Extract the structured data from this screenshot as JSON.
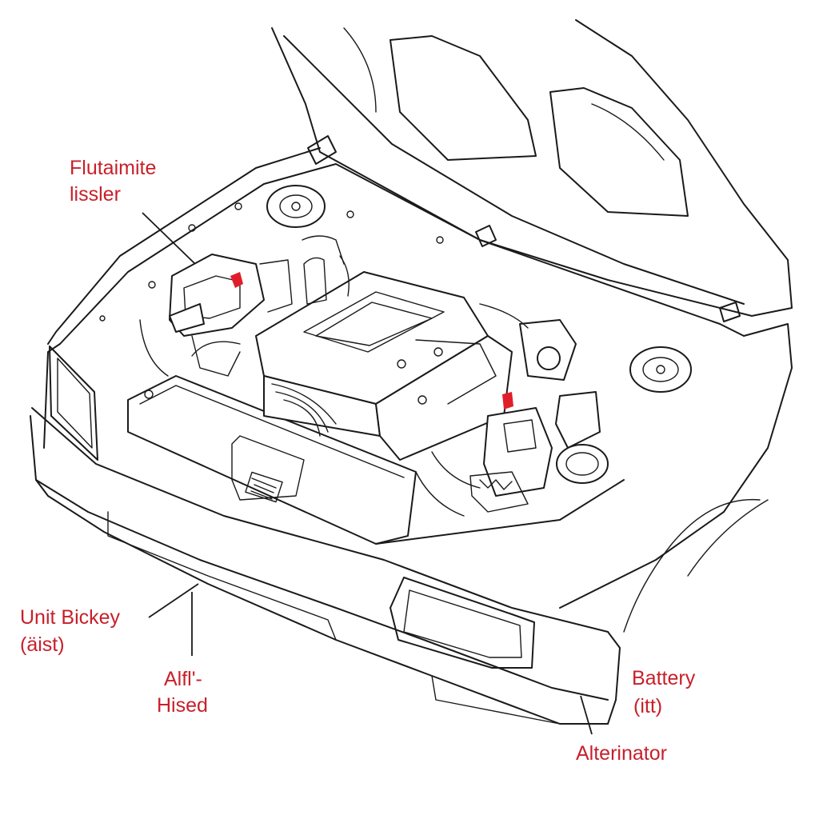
{
  "colors": {
    "label": "#c8202a",
    "line": "#1a1a1a",
    "background": "#ffffff",
    "marker": "#e01e2a"
  },
  "labels": {
    "fluid": {
      "line1": "Flutaimite",
      "line2": "lissler"
    },
    "unit": {
      "line1": "Unit Bickey",
      "line2": "(äist)"
    },
    "alf": {
      "line1": "Alfl'-",
      "line2": "Hised"
    },
    "battery": {
      "line1": "Battery",
      "line2": "(itt)"
    },
    "alternator": {
      "line1": "Alterinator"
    }
  }
}
